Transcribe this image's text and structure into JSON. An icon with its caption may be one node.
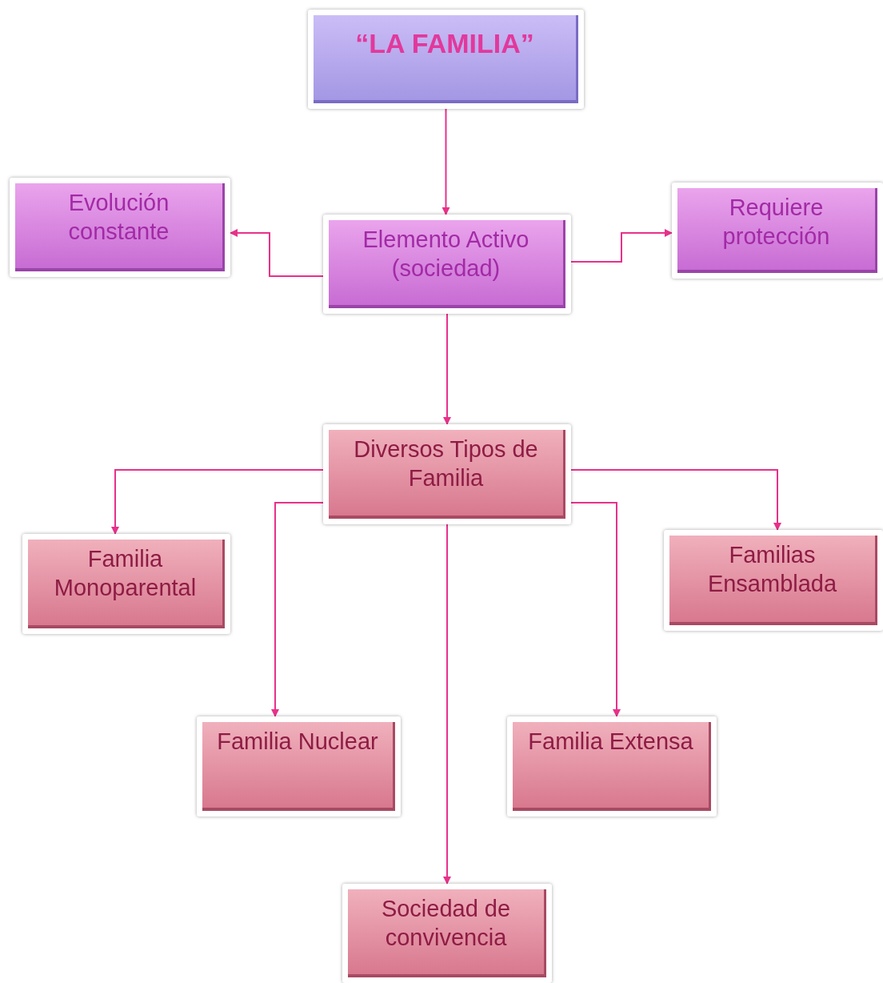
{
  "diagram": {
    "nodes": [
      {
        "text": [
          "“LA FAMILIA”"
        ]
      },
      {
        "text": [
          "Evolución constante"
        ]
      },
      {
        "text": [
          "Elemento Activo (sociedad)"
        ]
      },
      {
        "text": [
          "Requiere protección"
        ]
      },
      {
        "text": [
          "Diversos Tipos de Familia"
        ]
      },
      {
        "text": [
          "Familia Monoparental"
        ]
      },
      {
        "text": [
          "Familias Ensamblada"
        ]
      },
      {
        "text": [
          "Familia Nuclear"
        ]
      },
      {
        "text": [
          "Familia Extensa"
        ]
      },
      {
        "text": [
          "Sociedad de convivencia"
        ]
      }
    ],
    "edges": [
      {
        "from": 0,
        "to": 2,
        "arrow": "to"
      },
      {
        "from": 2,
        "to": 1,
        "arrow": "to"
      },
      {
        "from": 2,
        "to": 3,
        "arrow": "to"
      },
      {
        "from": 2,
        "to": 4,
        "arrow": "to"
      },
      {
        "from": 4,
        "to": 5,
        "arrow": "to"
      },
      {
        "from": 4,
        "to": 7,
        "arrow": "to"
      },
      {
        "from": 4,
        "to": 9,
        "arrow": "to"
      },
      {
        "from": 4,
        "to": 8,
        "arrow": "to"
      },
      {
        "from": 4,
        "to": 6,
        "arrow": "to"
      }
    ]
  }
}
